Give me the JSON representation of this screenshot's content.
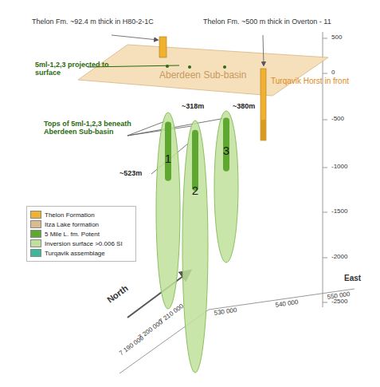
{
  "diagram": {
    "nodes": [
      {
        "text": [
          "1"
        ]
      },
      {
        "text": [
          "2"
        ]
      },
      {
        "text": [
          "3"
        ]
      }
    ],
    "labels": [
      "Thelon Fm. ~92.4 m thick in H80-2-1C",
      "Thelon Fm. ~500 m thick in Overton - 11",
      "5ml-1,2,3 projected to surface",
      "Aberdeen Sub-basin",
      "Turqavik Horst in front",
      "~318m",
      "~380m",
      "Tops of 5ml-1,2,3 beneath Aberdeen Sub-basin",
      "~523m",
      "500",
      "0",
      "-500",
      "-1000",
      "-1500",
      "-2000",
      "-2500",
      "North",
      "East",
      "530 000",
      "540 000",
      "550 000",
      "7 210 000",
      "7 200 000",
      "7 190 000"
    ],
    "legend": [
      {
        "text": "Thelon Formation",
        "color": "#f0b030"
      },
      {
        "text": "Itza Lake formation",
        "color": "#d9bb8c"
      },
      {
        "text": "5 Mile L. fm. Potent",
        "color": "#5ea832"
      },
      {
        "text": "Inversion surface >0.006 SI",
        "color": "#bfe09a"
      },
      {
        "text": "Turqavik assemblage",
        "color": "#3cb89a"
      }
    ]
  }
}
